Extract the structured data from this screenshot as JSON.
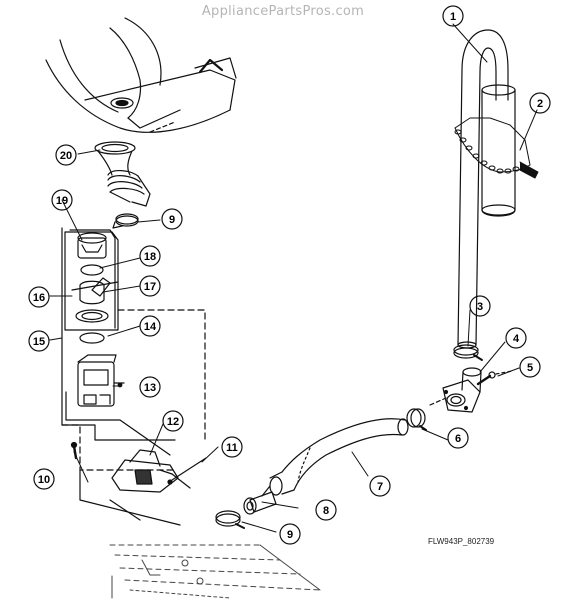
{
  "watermark": "AppliancePartsPros.com",
  "figure_code": "FLW943P_802739",
  "callouts": [
    "1",
    "2",
    "3",
    "4",
    "5",
    "6",
    "7",
    "8",
    "9",
    "10",
    "11",
    "12",
    "13",
    "14",
    "15",
    "16",
    "17",
    "18",
    "19",
    "20",
    "9"
  ]
}
